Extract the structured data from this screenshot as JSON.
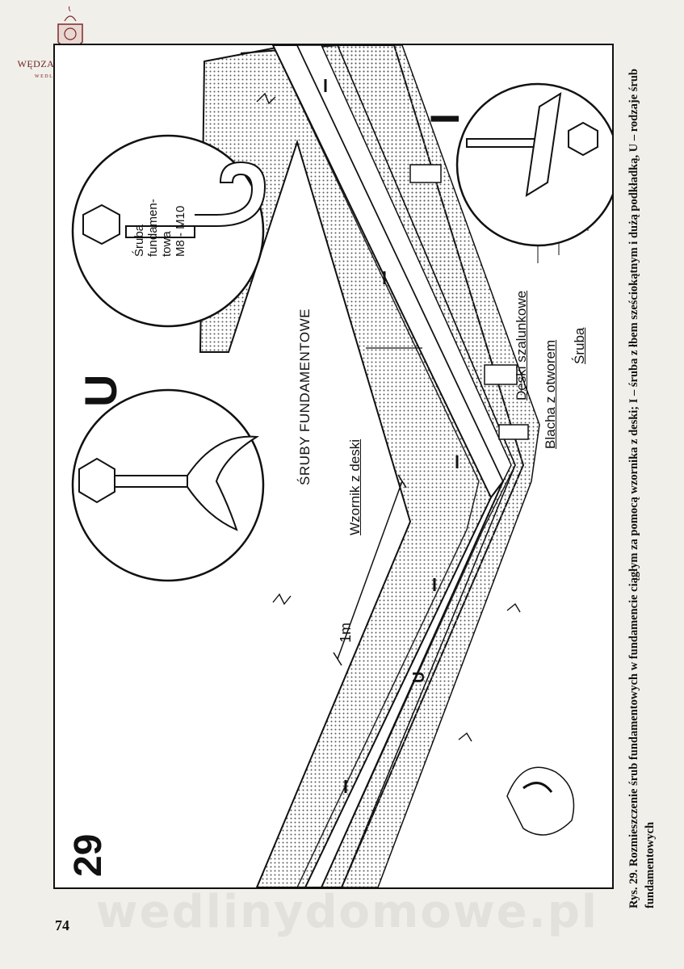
{
  "header": {
    "logo_title": "WĘDZARNICZA BRAĆ",
    "logo_subtitle": "WEDLINYDOMOWE.PL"
  },
  "figure": {
    "number": "29",
    "type_u": "U",
    "type_i": "I",
    "u_marker": "U",
    "section_title": "ŚRUBY FUNDAMENTOWE",
    "label_template": "Wzornik z deski",
    "label_formwork": "Deski szalunkowe",
    "label_plate": "Blacha z otworem",
    "label_bolt": "Śruba",
    "label_spacing": "1m",
    "anchor_bolt_text": [
      "Śruba",
      "fundamen-",
      "towa",
      "M8 - M10"
    ],
    "palette": {
      "ink": "#111111",
      "dots": "#5a5a5a",
      "paper": "#ffffff"
    }
  },
  "caption": "Rys. 29. Rozmieszczenie śrub fundamentowych w fundamencie ciągłym za pomocą wzornika z deski; I – śruba z łbem sześciokątnym i dużą podkładką, U – rodzaje śrub fundamentowych",
  "page_number": "74",
  "watermark": "wedlinydomowe.pl"
}
